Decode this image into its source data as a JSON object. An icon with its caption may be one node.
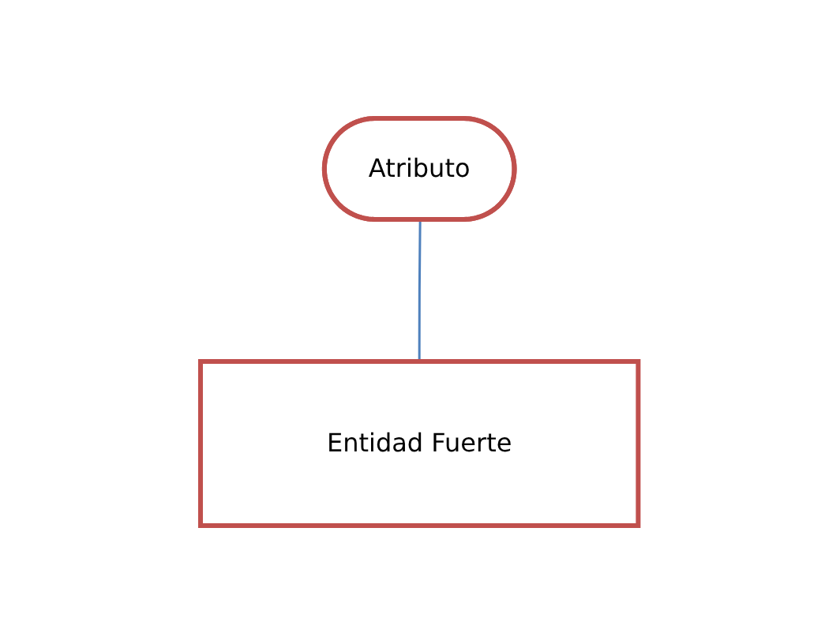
{
  "diagram": {
    "nodes": [
      {
        "text": [
          "Atributo"
        ]
      },
      {
        "text": [
          "Entidad Fuerte"
        ]
      }
    ],
    "edges": [
      {
        "from": 1,
        "to": 0,
        "arrow": "none"
      }
    ]
  }
}
